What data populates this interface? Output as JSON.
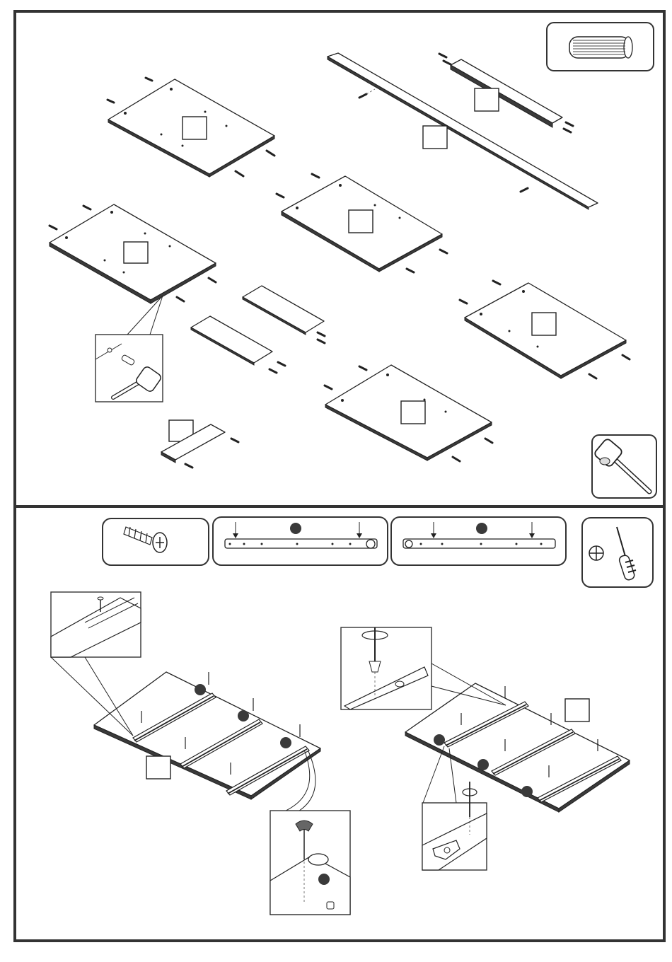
{
  "sheet": {
    "top_section": {
      "tools": [
        "dowel-icon",
        "mallet-icon"
      ],
      "parts": [
        "panel",
        "rail",
        "panel",
        "panel",
        "panel",
        "drawer-side",
        "drawer-side",
        "panel",
        "bracket",
        "panel"
      ]
    },
    "bottom_section": {
      "hardware": [
        "screw-icon",
        "drawer-runner-icon",
        "drawer-runner-icon",
        "screwdriver-icon"
      ],
      "tools": [
        "phillips-screwdriver-icon"
      ]
    },
    "colors": {
      "line": "#222222",
      "frame": "#333333",
      "fill": "#ffffff",
      "marker": "#3a3a3a"
    }
  }
}
